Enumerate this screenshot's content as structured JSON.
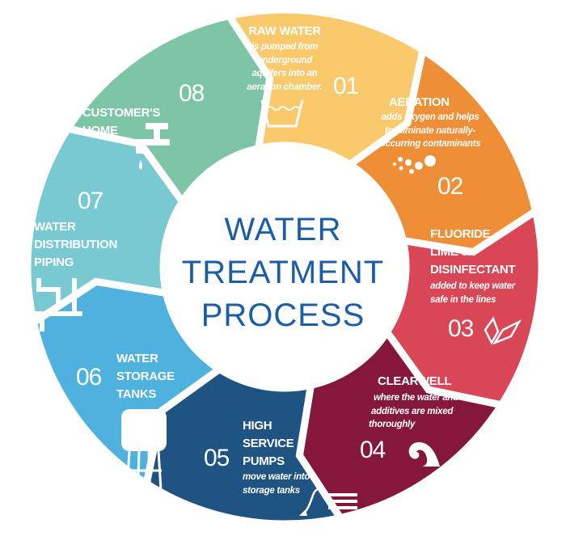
{
  "title": [
    "WATER",
    "TREATMENT",
    "PROCESS"
  ],
  "title_color": "#1B5EA6",
  "steps": [
    {
      "num": "01",
      "heading": [
        "RAW WATER"
      ],
      "desc": [
        "is pumped from",
        "underground",
        "aquifers into an",
        "aeration chamber."
      ],
      "color": "#F9C96B",
      "icon": "basin-icon"
    },
    {
      "num": "02",
      "heading": [
        "AERATION"
      ],
      "desc": [
        "adds oxygen and helps",
        "to eliminate naturally-",
        "occurring contaminants"
      ],
      "color": "#EE8F37",
      "icon": "bubbles-icon"
    },
    {
      "num": "03",
      "heading": [
        "FLUORIDE,",
        "LIME &",
        "DISINFECTANT"
      ],
      "desc": [
        "added to keep water",
        "safe in the lines"
      ],
      "color": "#D94756",
      "icon": "crystal-icon"
    },
    {
      "num": "04",
      "heading": [
        "CLEARWELL"
      ],
      "desc": [
        "where the water and",
        "additives are mixed",
        "thoroughly"
      ],
      "color": "#85173D",
      "icon": "wave-icon"
    },
    {
      "num": "05",
      "heading": [
        "HIGH",
        "SERVICE",
        "PUMPS"
      ],
      "desc": [
        "move water into",
        "storage tanks"
      ],
      "color": "#1F5381",
      "icon": "pump-hose-icon"
    },
    {
      "num": "06",
      "heading": [
        "WATER",
        "STORAGE",
        "TANKS"
      ],
      "desc": [],
      "color": "#4FB1DE",
      "icon": "water-tower-icon"
    },
    {
      "num": "07",
      "heading": [
        "WATER",
        "DISTRIBUTION",
        "PIPING"
      ],
      "desc": [],
      "color": "#78C9D1",
      "icon": "pipes-icon"
    },
    {
      "num": "08",
      "heading": [
        "CUSTOMER'S",
        "HOME"
      ],
      "desc": [],
      "color": "#7DC5A6",
      "icon": "faucet-icon"
    }
  ]
}
